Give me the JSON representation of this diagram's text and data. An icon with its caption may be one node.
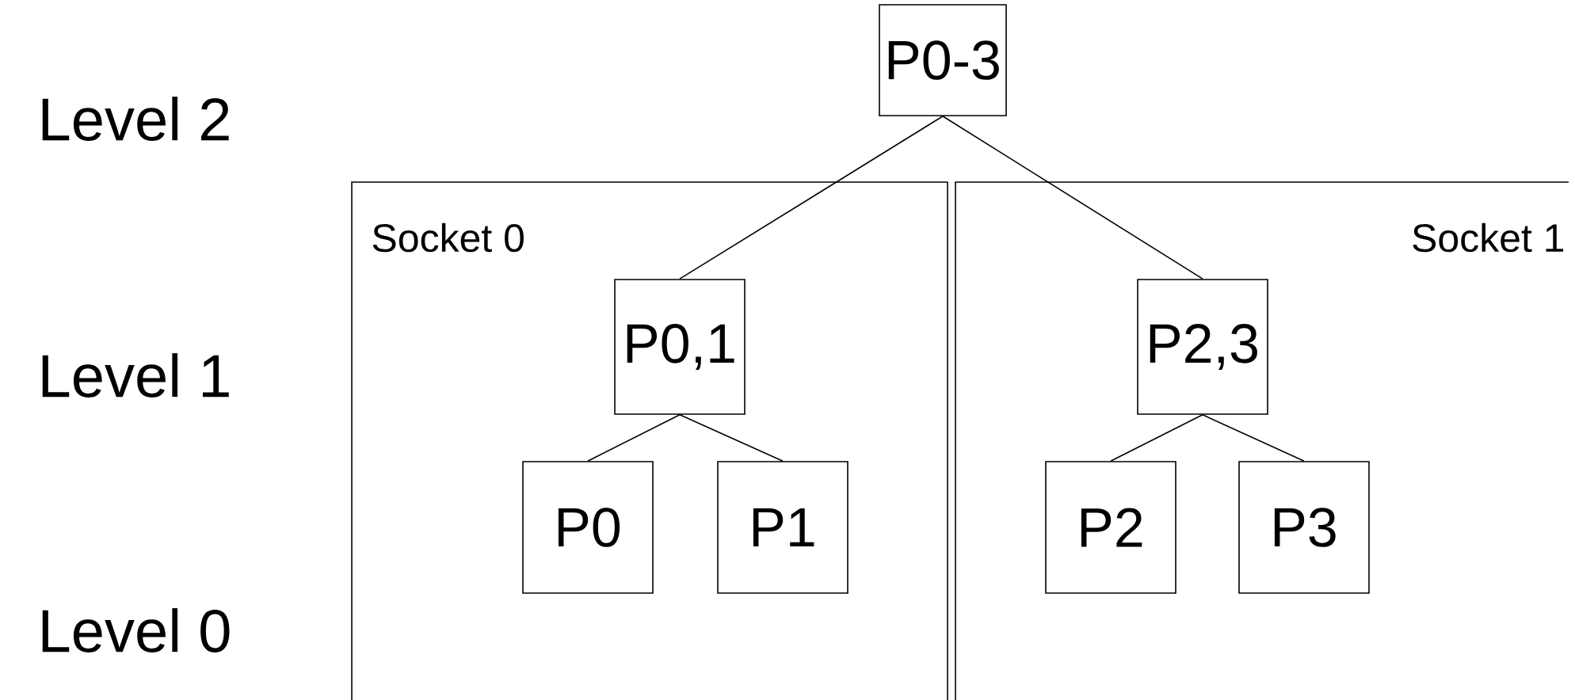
{
  "diagram": {
    "nodes": [
      {
        "text": [
          "P0-3"
        ]
      },
      {
        "text": [
          "Socket 0"
        ]
      },
      {
        "text": [
          "P0,1"
        ],
        "in": 1
      },
      {
        "text": [
          "P0"
        ],
        "in": 1
      },
      {
        "text": [
          "P1"
        ],
        "in": 1
      },
      {
        "text": [
          "Socket 1"
        ]
      },
      {
        "text": [
          "P2,3"
        ],
        "in": 5
      },
      {
        "text": [
          "P2"
        ],
        "in": 5
      },
      {
        "text": [
          "P3"
        ],
        "in": 5
      }
    ],
    "edges": [
      {
        "from": 0,
        "to": 2,
        "arrow": "none"
      },
      {
        "from": 0,
        "to": 6,
        "arrow": "none"
      },
      {
        "from": 2,
        "to": 3,
        "arrow": "none"
      },
      {
        "from": 2,
        "to": 4,
        "arrow": "none"
      },
      {
        "from": 6,
        "to": 7,
        "arrow": "none"
      },
      {
        "from": 6,
        "to": 8,
        "arrow": "none"
      }
    ],
    "labels": [
      "Level 2",
      "Level 1",
      "Level 0"
    ]
  }
}
